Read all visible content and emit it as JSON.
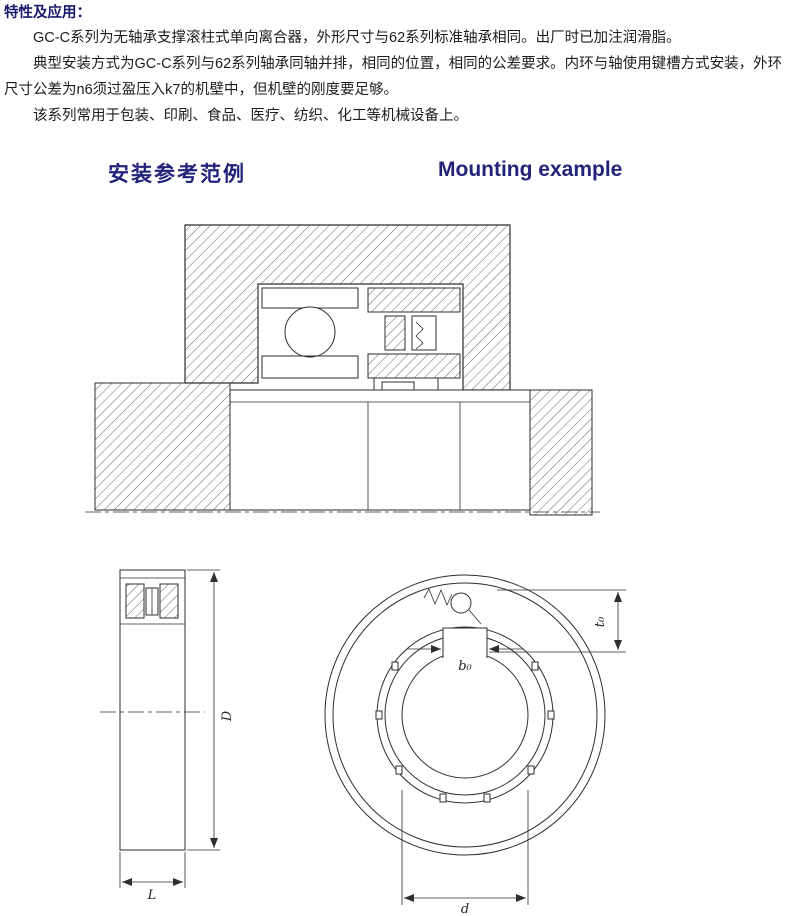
{
  "page": {
    "bg": "#ffffff",
    "ink": "#1d1d1d",
    "accent": "#23237a",
    "line_color": "#2e2e2e"
  },
  "intro": {
    "heading": "特性及应用：",
    "paragraphs": [
      "GC-C系列为无轴承支撑滚柱式单向离合器，外形尺寸与62系列标准轴承相同。出厂时已加注润滑脂。",
      "典型安装方式为GC-C系列与62系列轴承同轴并排，相同的位置，相同的公差要求。内环与轴使用键槽方式安装，外环尺寸公差为n6须过盈压入k7的机壁中，但机壁的刚度要足够。",
      "该系列常用于包装、印刷、食品、医疗、纺织、化工等机械设备上。"
    ]
  },
  "section_titles": {
    "zh": "安装参考范例",
    "en": "Mounting example"
  },
  "dimensions": {
    "side_view": {
      "outer_diameter": "D",
      "width": "L"
    },
    "front_view": {
      "keyway_width": "b₀",
      "keyway_depth": "t₀",
      "bore_diameter": "d"
    }
  }
}
